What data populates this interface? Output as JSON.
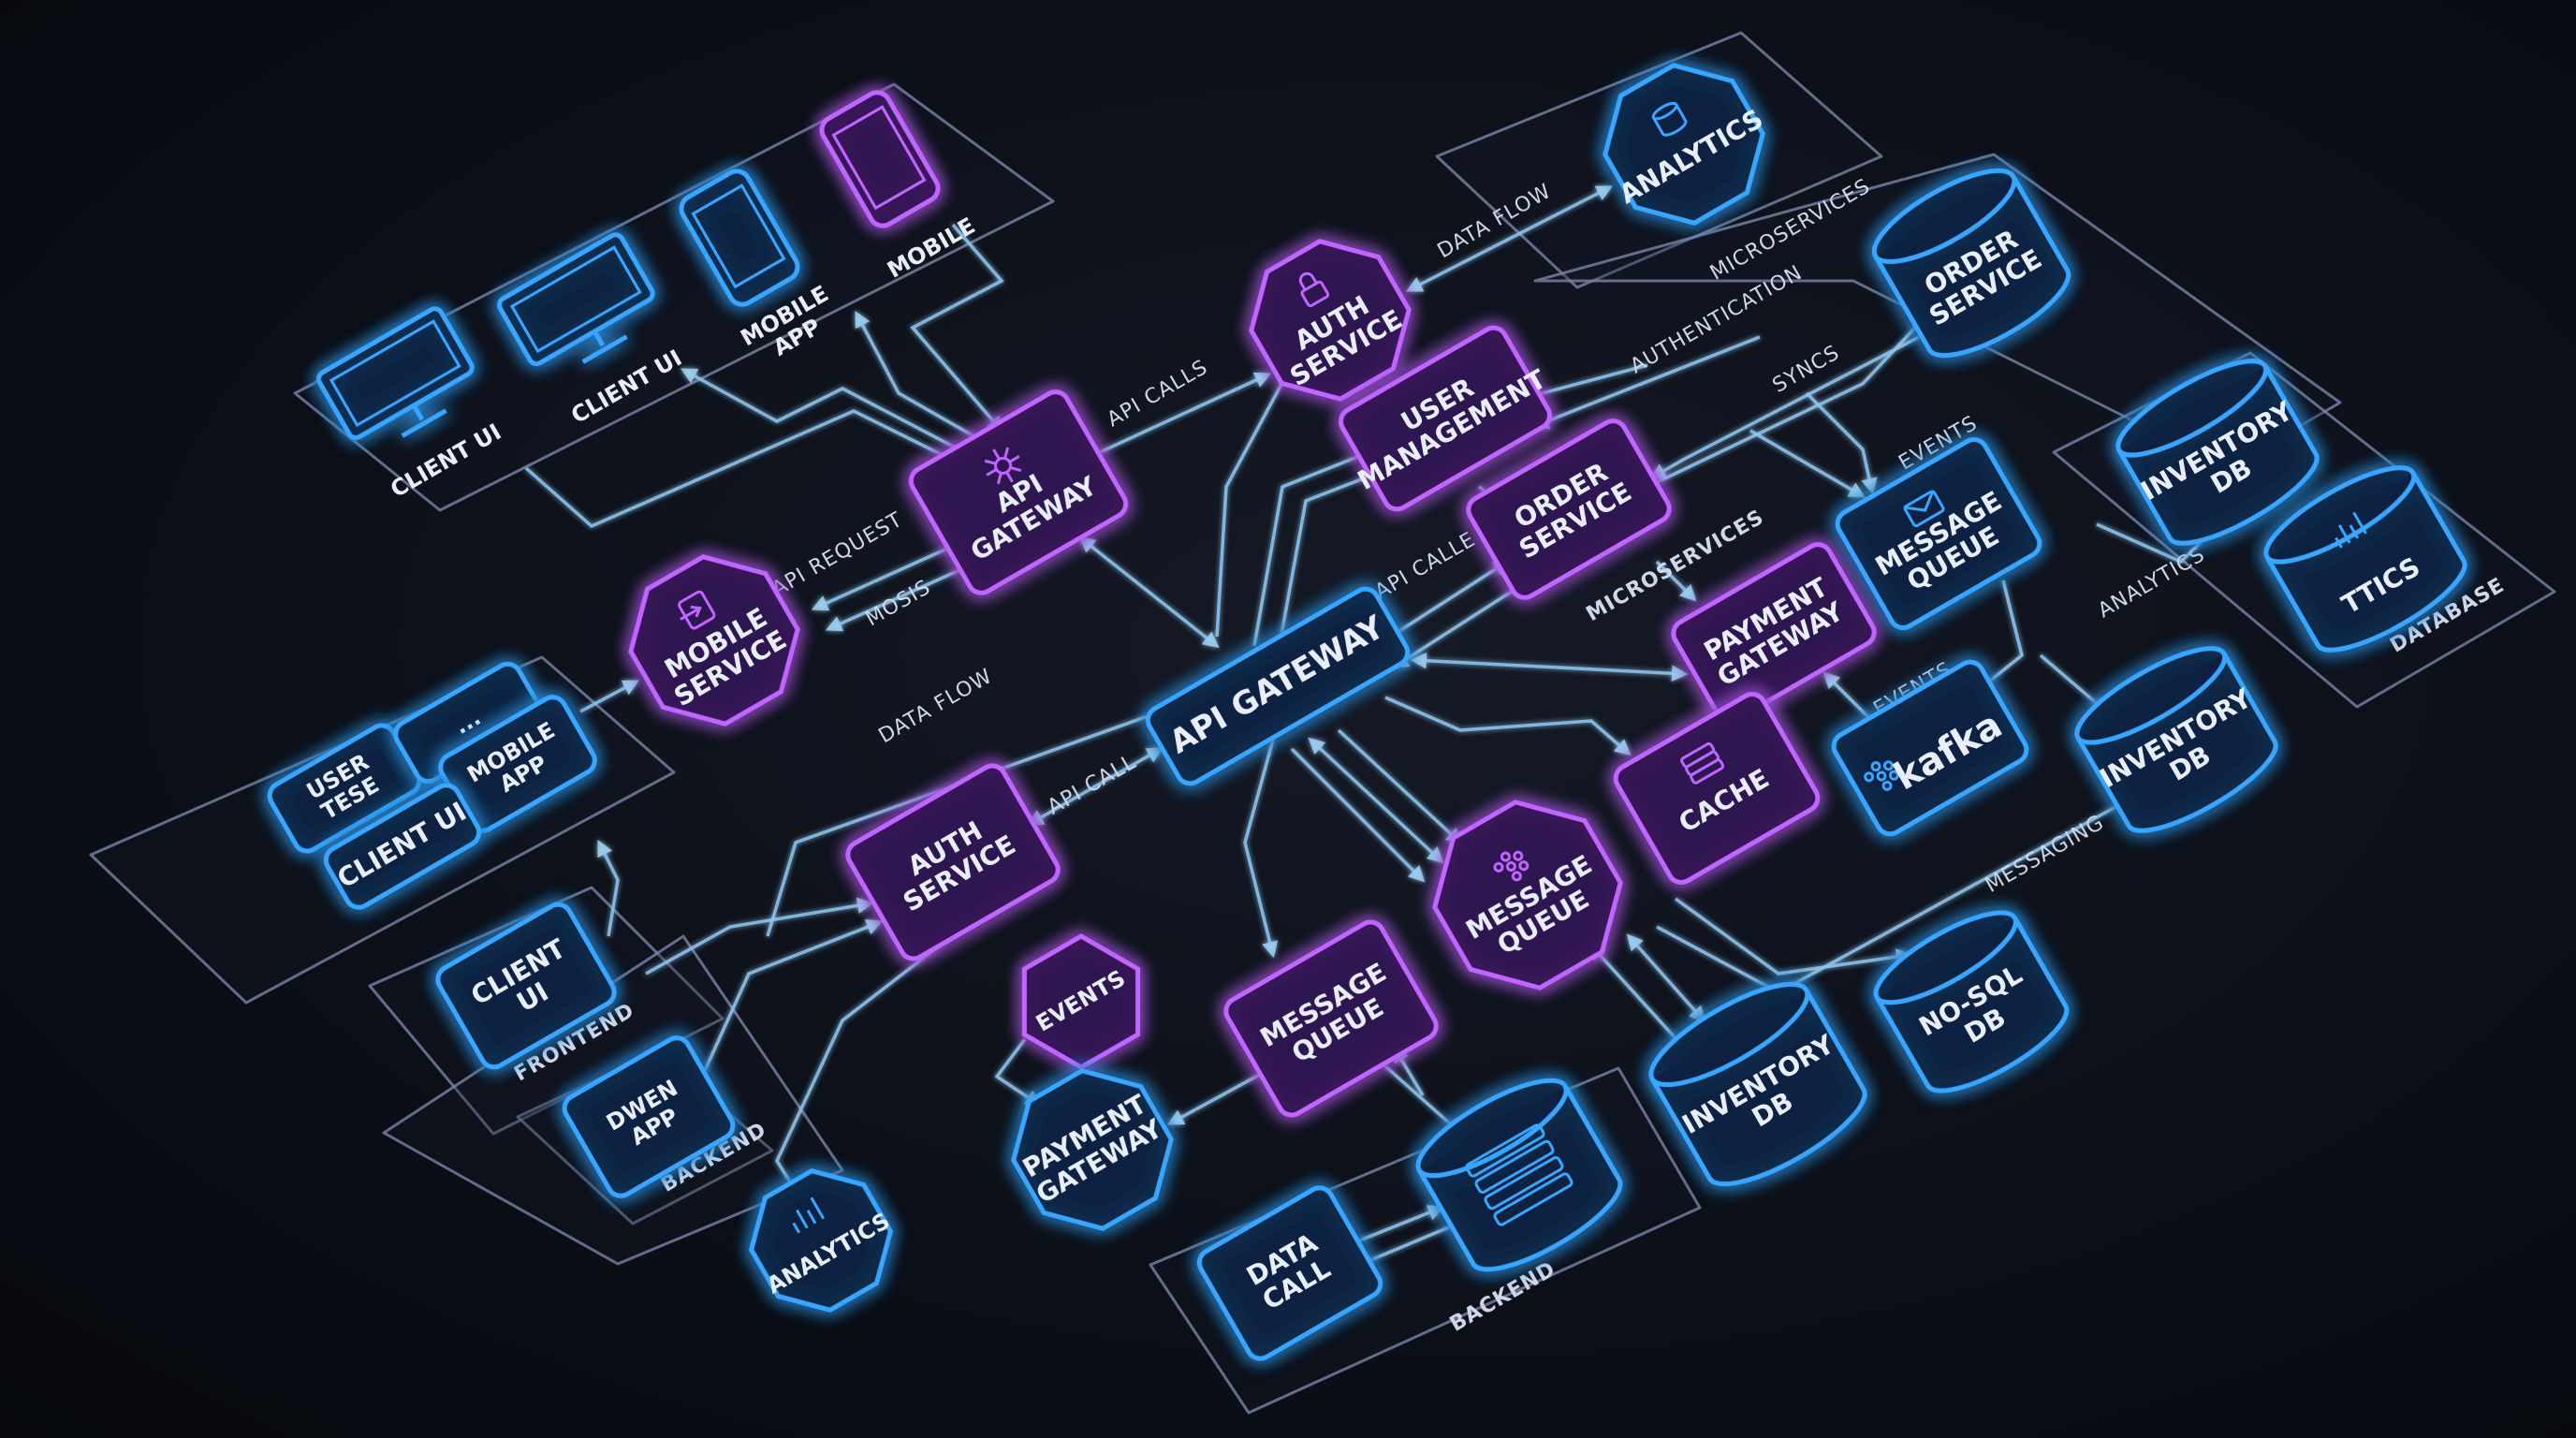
{
  "colors": {
    "background": "#0a0d14",
    "purple": "#c066ff",
    "blue": "#39a6ff",
    "connector": "#8fc6f0",
    "panel": "#7a84a8",
    "text": "#e8eefc"
  },
  "nodes": [
    {
      "id": "client-ui-1",
      "lines": [
        "CLIENT UI"
      ],
      "color": "blue",
      "icon": "monitor-icon"
    },
    {
      "id": "client-ui-2",
      "lines": [
        "CLIENT UI"
      ],
      "color": "blue",
      "icon": "monitor-icon"
    },
    {
      "id": "mobile-app-top",
      "lines": [
        "MOBILE",
        "APP"
      ],
      "color": "blue",
      "icon": "smartphone-icon"
    },
    {
      "id": "mobile-top",
      "lines": [
        "MOBILE"
      ],
      "color": "purple",
      "icon": "smartphone-gear-icon"
    },
    {
      "id": "api-gateway-top",
      "lines": [
        "API",
        "GATEWAY"
      ],
      "color": "purple",
      "icon": "network-hub-icon"
    },
    {
      "id": "auth-service-top",
      "lines": [
        "AUTH",
        "SERVICE"
      ],
      "color": "purple",
      "icon": "lock-icon"
    },
    {
      "id": "analytics-top",
      "lines": [
        "ANALYTICS"
      ],
      "color": "blue",
      "icon": "database-icon"
    },
    {
      "id": "user-management",
      "lines": [
        "USER",
        "MANAGEMENT"
      ],
      "color": "purple"
    },
    {
      "id": "order-service",
      "lines": [
        "ORDER",
        "SERVICE"
      ],
      "color": "purple"
    },
    {
      "id": "order-service-db",
      "lines": [
        "ORDER",
        "SERVICE"
      ],
      "color": "blue"
    },
    {
      "id": "message-queue-right",
      "lines": [
        "MESSAGE",
        "QUEUE"
      ],
      "color": "blue",
      "icon": "envelope-icon"
    },
    {
      "id": "inventory-db-top",
      "lines": [
        "INVENTORY",
        "DB"
      ],
      "color": "blue"
    },
    {
      "id": "ttics-db",
      "lines": [
        "TTICS"
      ],
      "color": "blue",
      "icon": "bar-chart-icon"
    },
    {
      "id": "payment-gateway",
      "lines": [
        "PAYMENT",
        "GATEWAY"
      ],
      "color": "purple"
    },
    {
      "id": "api-gateway-main",
      "lines": [
        "API GATEWAY"
      ],
      "color": "blue"
    },
    {
      "id": "mobile-service",
      "lines": [
        "MOBILE",
        "SERVICE"
      ],
      "color": "purple",
      "icon": "login-icon"
    },
    {
      "id": "kafka",
      "lines": [
        "kafka"
      ],
      "color": "blue",
      "icon": "kafka-logo-icon"
    },
    {
      "id": "cache",
      "lines": [
        "CACHE"
      ],
      "color": "purple",
      "icon": "layers-icon"
    },
    {
      "id": "inventory-db-right",
      "lines": [
        "INVENTORY",
        "DB"
      ],
      "color": "blue"
    },
    {
      "id": "message-queue-purple",
      "lines": [
        "MESSAGE",
        "QUEUE"
      ],
      "color": "purple",
      "icon": "kafka-logo-icon"
    },
    {
      "id": "auth-service-lower",
      "lines": [
        "AUTH",
        "SERVICE"
      ],
      "color": "purple"
    },
    {
      "id": "events",
      "lines": [
        "EVENTS"
      ],
      "color": "purple"
    },
    {
      "id": "message-queue-middle",
      "lines": [
        "MESSAGE",
        "QUEUE"
      ],
      "color": "purple"
    },
    {
      "id": "payment-gateway-blue",
      "lines": [
        "PAYMENT",
        "GATEWAY"
      ],
      "color": "blue"
    },
    {
      "id": "storage-db",
      "lines": [],
      "color": "blue",
      "icon": "server-stack-icon"
    },
    {
      "id": "data-call",
      "lines": [
        "DATA",
        "CALL"
      ],
      "color": "blue"
    },
    {
      "id": "inventory-db-bottom",
      "lines": [
        "INVENTORY",
        "DB"
      ],
      "color": "blue"
    },
    {
      "id": "nosql-db",
      "lines": [
        "NO-SQL",
        "DB"
      ],
      "color": "blue"
    },
    {
      "id": "analytics-bottom",
      "lines": [
        "ANALYTICS"
      ],
      "color": "blue",
      "icon": "line-chart-icon"
    },
    {
      "id": "user-tese",
      "lines": [
        "USER",
        "TESE"
      ],
      "color": "blue"
    },
    {
      "id": "ellipsis-box",
      "lines": [
        "..."
      ],
      "color": "blue"
    },
    {
      "id": "mobile-app-group",
      "lines": [
        "MOBILE",
        "APP"
      ],
      "color": "blue"
    },
    {
      "id": "client-ui-group",
      "lines": [
        "CLIENT UI"
      ],
      "color": "blue"
    },
    {
      "id": "client-ui-frontend",
      "lines": [
        "CLIENT",
        "UI"
      ],
      "color": "blue"
    },
    {
      "id": "driven-app",
      "lines": [
        "DWEN",
        "APP"
      ],
      "color": "blue"
    }
  ],
  "edge_labels": [
    "DATA FLOW",
    "MICROSERVICES",
    "AUTHENTICATION",
    "SYNCS",
    "EVENTS",
    "API CALLS",
    "API REQUEST",
    "MOSIS",
    "API CALLE",
    "MICROSERVICES",
    "ANALYTICS",
    "DATABASE",
    "EVENTS",
    "DATA FLOW",
    "API CALL",
    "MESSAGING",
    "FRONTEND",
    "BACKEND",
    "BACKEND"
  ]
}
